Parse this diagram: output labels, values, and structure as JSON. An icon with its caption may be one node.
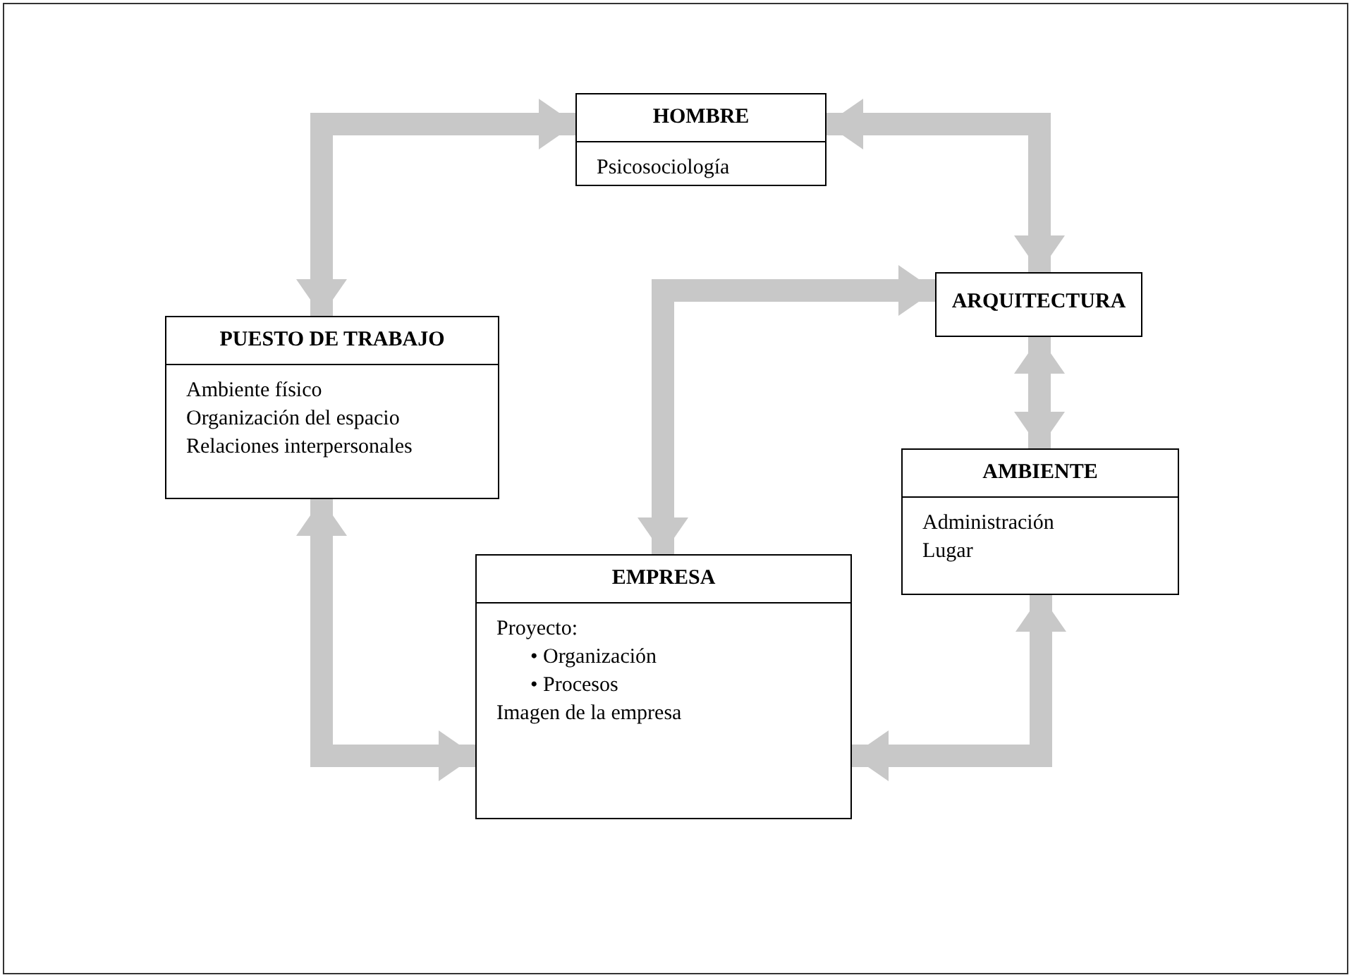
{
  "diagram": {
    "nodes": [
      {
        "text": [
          "HOMBRE",
          "Psicosociología"
        ]
      },
      {
        "text": [
          "ARQUITECTURA"
        ]
      },
      {
        "text": [
          "PUESTO DE TRABAJO",
          "Ambiente físico",
          "Organización del espacio",
          "Relaciones interpersonales"
        ]
      },
      {
        "text": [
          "AMBIENTE",
          "Administración",
          "Lugar"
        ]
      },
      {
        "text": [
          "EMPRESA",
          "Proyecto:",
          "• Organización",
          "• Procesos",
          "Imagen de la empresa"
        ]
      }
    ],
    "edges": [
      {
        "from": 2,
        "to": 0,
        "arrow": "both"
      },
      {
        "from": 0,
        "to": 1,
        "arrow": "both"
      },
      {
        "from": 4,
        "to": 1,
        "arrow": "both"
      },
      {
        "from": 1,
        "to": 3,
        "arrow": "both"
      },
      {
        "from": 2,
        "to": 4,
        "arrow": "both"
      },
      {
        "from": 4,
        "to": 3,
        "arrow": "both"
      }
    ]
  }
}
